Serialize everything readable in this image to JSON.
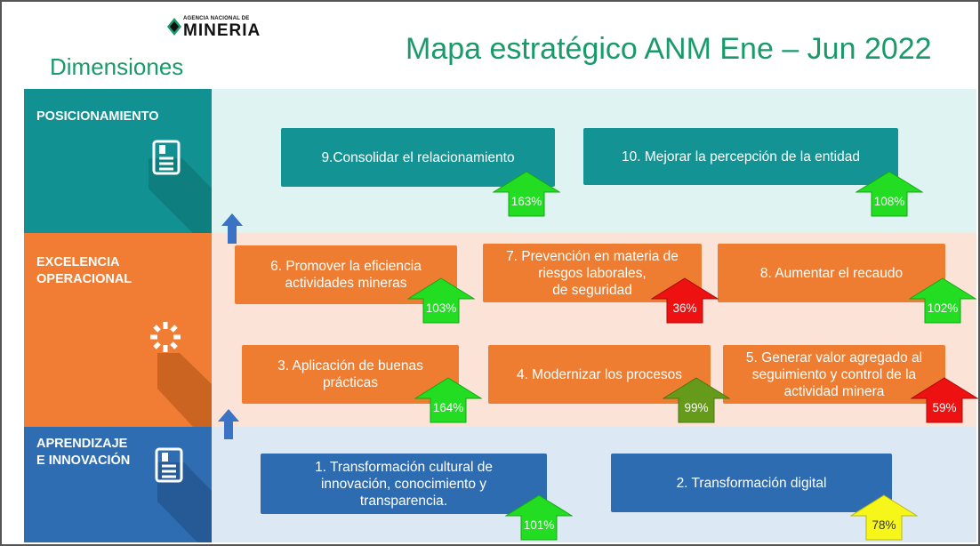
{
  "header": {
    "logo_small": "AGENCIA NACIONAL DE",
    "logo_big": "MINERIA",
    "title": "Mapa estratégico  ANM  Ene – Jun 2022",
    "dimensions_label": "Dimensiones"
  },
  "dimensions": {
    "posicionamiento": {
      "label": "POSICIONAMIENTO",
      "color": "#119191"
    },
    "excelencia": {
      "label_line1": "EXCELENCIA",
      "label_line2": "OPERACIONAL",
      "color": "#f07d33"
    },
    "aprendizaje": {
      "label_line1": "APRENDIZAJE",
      "label_line2": "E INNOVACIÓN",
      "color": "#2f6db2"
    }
  },
  "objectives": {
    "o9": {
      "text": "9.Consolidar el relacionamiento",
      "result": "163%",
      "status": "green"
    },
    "o10": {
      "text": "10. Mejorar la percepción de la entidad",
      "result": "108%",
      "status": "green"
    },
    "o6": {
      "line1": "6. Promover la eficiencia",
      "line2": "actividades mineras",
      "result": "103%",
      "status": "green"
    },
    "o7": {
      "line1": "7. Prevención en materia de",
      "line2": "riesgos laborales,",
      "line3": "de seguridad",
      "result": "36%",
      "status": "red"
    },
    "o8": {
      "text": "8. Aumentar el recaudo",
      "result": "102%",
      "status": "green"
    },
    "o3": {
      "line1": "3. Aplicación de buenas",
      "line2": "prácticas",
      "result": "164%",
      "status": "green"
    },
    "o4": {
      "text": "4. Modernizar los procesos",
      "result": "99%",
      "status": "dark-green"
    },
    "o5": {
      "line1": "5. Generar valor agregado al",
      "line2": "seguimiento y control de la",
      "line3": "actividad minera",
      "result": "59%",
      "status": "red"
    },
    "o1": {
      "line1": "1. Transformación cultural de",
      "line2": "innovación, conocimiento y",
      "line3": "transparencia.",
      "result": "101%",
      "status": "green"
    },
    "o2": {
      "text": "2. Transformación digital",
      "result": "78%",
      "status": "yellow"
    }
  },
  "status_colors": {
    "green": "#22dd22",
    "dark-green": "#669a1a",
    "red": "#ee1111",
    "yellow": "#f6f61a"
  }
}
